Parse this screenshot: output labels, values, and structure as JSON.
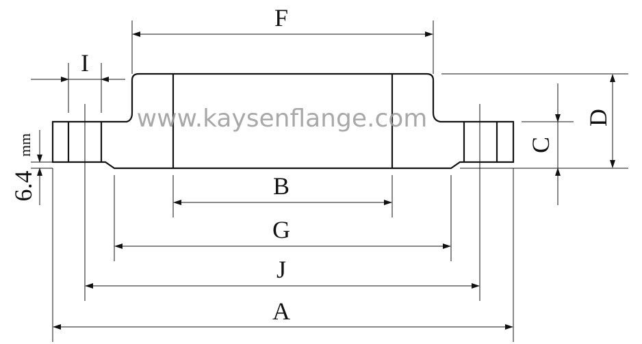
{
  "watermark": "www.kaysenflange.com",
  "dimensions": {
    "F": "F",
    "I": "I",
    "D": "D",
    "C": "C",
    "B": "B",
    "G": "G",
    "J": "J",
    "A": "A",
    "raised_face_value": "6.4",
    "raised_face_unit": "mm"
  }
}
